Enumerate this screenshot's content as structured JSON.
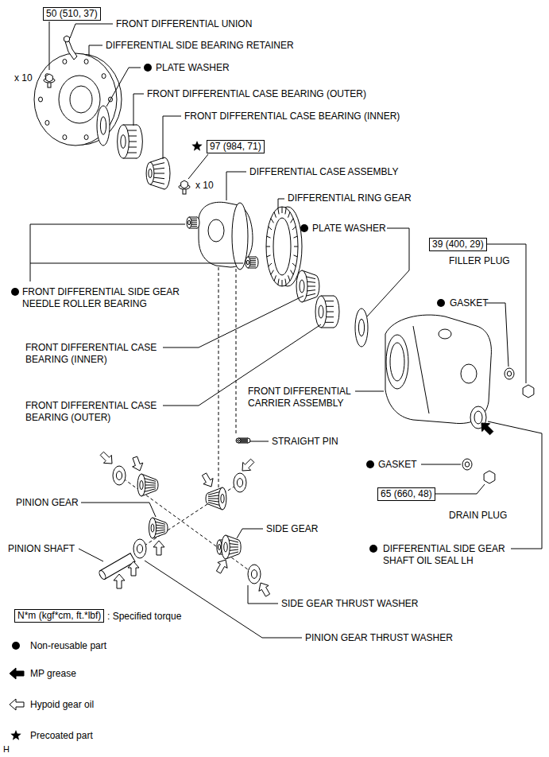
{
  "diagram": {
    "nodes": [
      {
        "text": [
          "50 (510, 37)"
        ]
      },
      {
        "text": [
          "97 (984, 71)"
        ]
      },
      {
        "text": [
          "39 (400, 29)"
        ]
      },
      {
        "text": [
          "65 (660, 48)"
        ]
      },
      {
        "text": [
          "N*m (kgf*cm, ft.*lbf)"
        ]
      }
    ],
    "edges": [],
    "labels": [
      "FRONT DIFFERENTIAL UNION",
      "DIFFERENTIAL SIDE BEARING RETAINER",
      "x 10",
      "PLATE WASHER",
      "FRONT DIFFERENTIAL CASE BEARING (OUTER)",
      "FRONT DIFFERENTIAL CASE BEARING (INNER)",
      "DIFFERENTIAL CASE ASSEMBLY",
      "x 10",
      "DIFFERENTIAL RING GEAR",
      "PLATE WASHER",
      "FILLER PLUG",
      "FRONT DIFFERENTIAL SIDE GEAR NEEDLE ROLLER BEARING",
      "GASKET",
      "FRONT DIFFERENTIAL CASE BEARING (INNER)",
      "FRONT DIFFERENTIAL CARRIER ASSEMBLY",
      "FRONT DIFFERENTIAL CASE BEARING (OUTER)",
      "STRAIGHT PIN",
      "GASKET",
      "PINION GEAR",
      "DRAIN PLUG",
      "SIDE GEAR",
      "PINION SHAFT",
      "DIFFERENTIAL SIDE GEAR SHAFT OIL SEAL LH",
      "SIDE GEAR THRUST WASHER",
      "PINION GEAR THRUST WASHER",
      "H"
    ],
    "legend": [
      {
        "text": ": Specified torque"
      },
      {
        "text": "Non-reusable part"
      },
      {
        "text": "MP grease"
      },
      {
        "text": "Hypoid gear oil"
      },
      {
        "text": "Precoated part"
      }
    ]
  }
}
